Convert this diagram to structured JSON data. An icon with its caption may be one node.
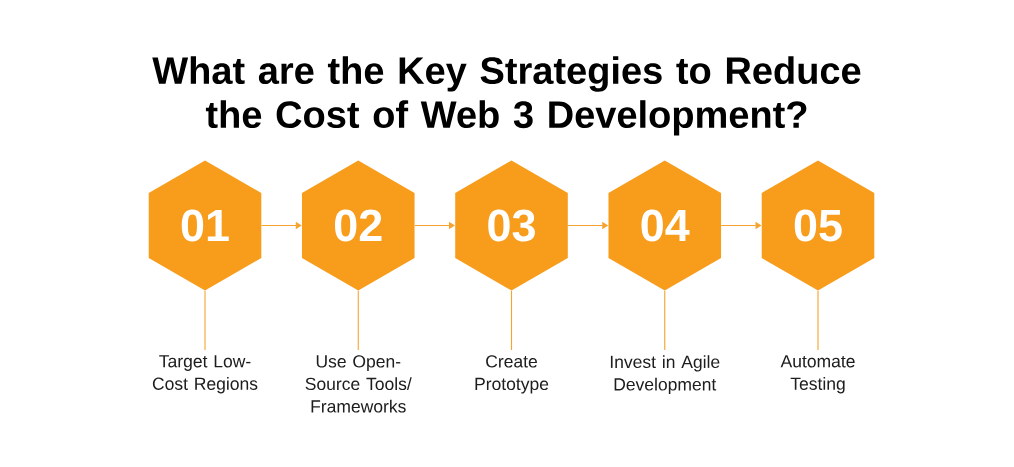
{
  "diagram": {
    "title": "What are the Key Strategies to Reduce the Cost of Web 3 Development?",
    "nodes": [
      {
        "text": [
          "01"
        ]
      },
      {
        "text": [
          "02"
        ]
      },
      {
        "text": [
          "03"
        ]
      },
      {
        "text": [
          "04"
        ]
      },
      {
        "text": [
          "05"
        ]
      },
      {
        "text": [
          "Target Low- Cost Regions"
        ]
      },
      {
        "text": [
          "Use Open- Source Tools/ Frameworks"
        ]
      },
      {
        "text": [
          "Create Prototype"
        ]
      },
      {
        "text": [
          "Invest in Agile Development"
        ]
      },
      {
        "text": [
          "Automate Testing"
        ]
      }
    ],
    "edges": [
      {
        "from": 0,
        "to": 1,
        "arrow": "to"
      },
      {
        "from": 1,
        "to": 2,
        "arrow": "to"
      },
      {
        "from": 2,
        "to": 3,
        "arrow": "to"
      },
      {
        "from": 3,
        "to": 4,
        "arrow": "to"
      },
      {
        "from": 0,
        "to": 5,
        "arrow": "none"
      },
      {
        "from": 1,
        "to": 6,
        "arrow": "none"
      },
      {
        "from": 2,
        "to": 7,
        "arrow": "none"
      },
      {
        "from": 3,
        "to": 8,
        "arrow": "none"
      },
      {
        "from": 4,
        "to": 9,
        "arrow": "none"
      }
    ]
  }
}
